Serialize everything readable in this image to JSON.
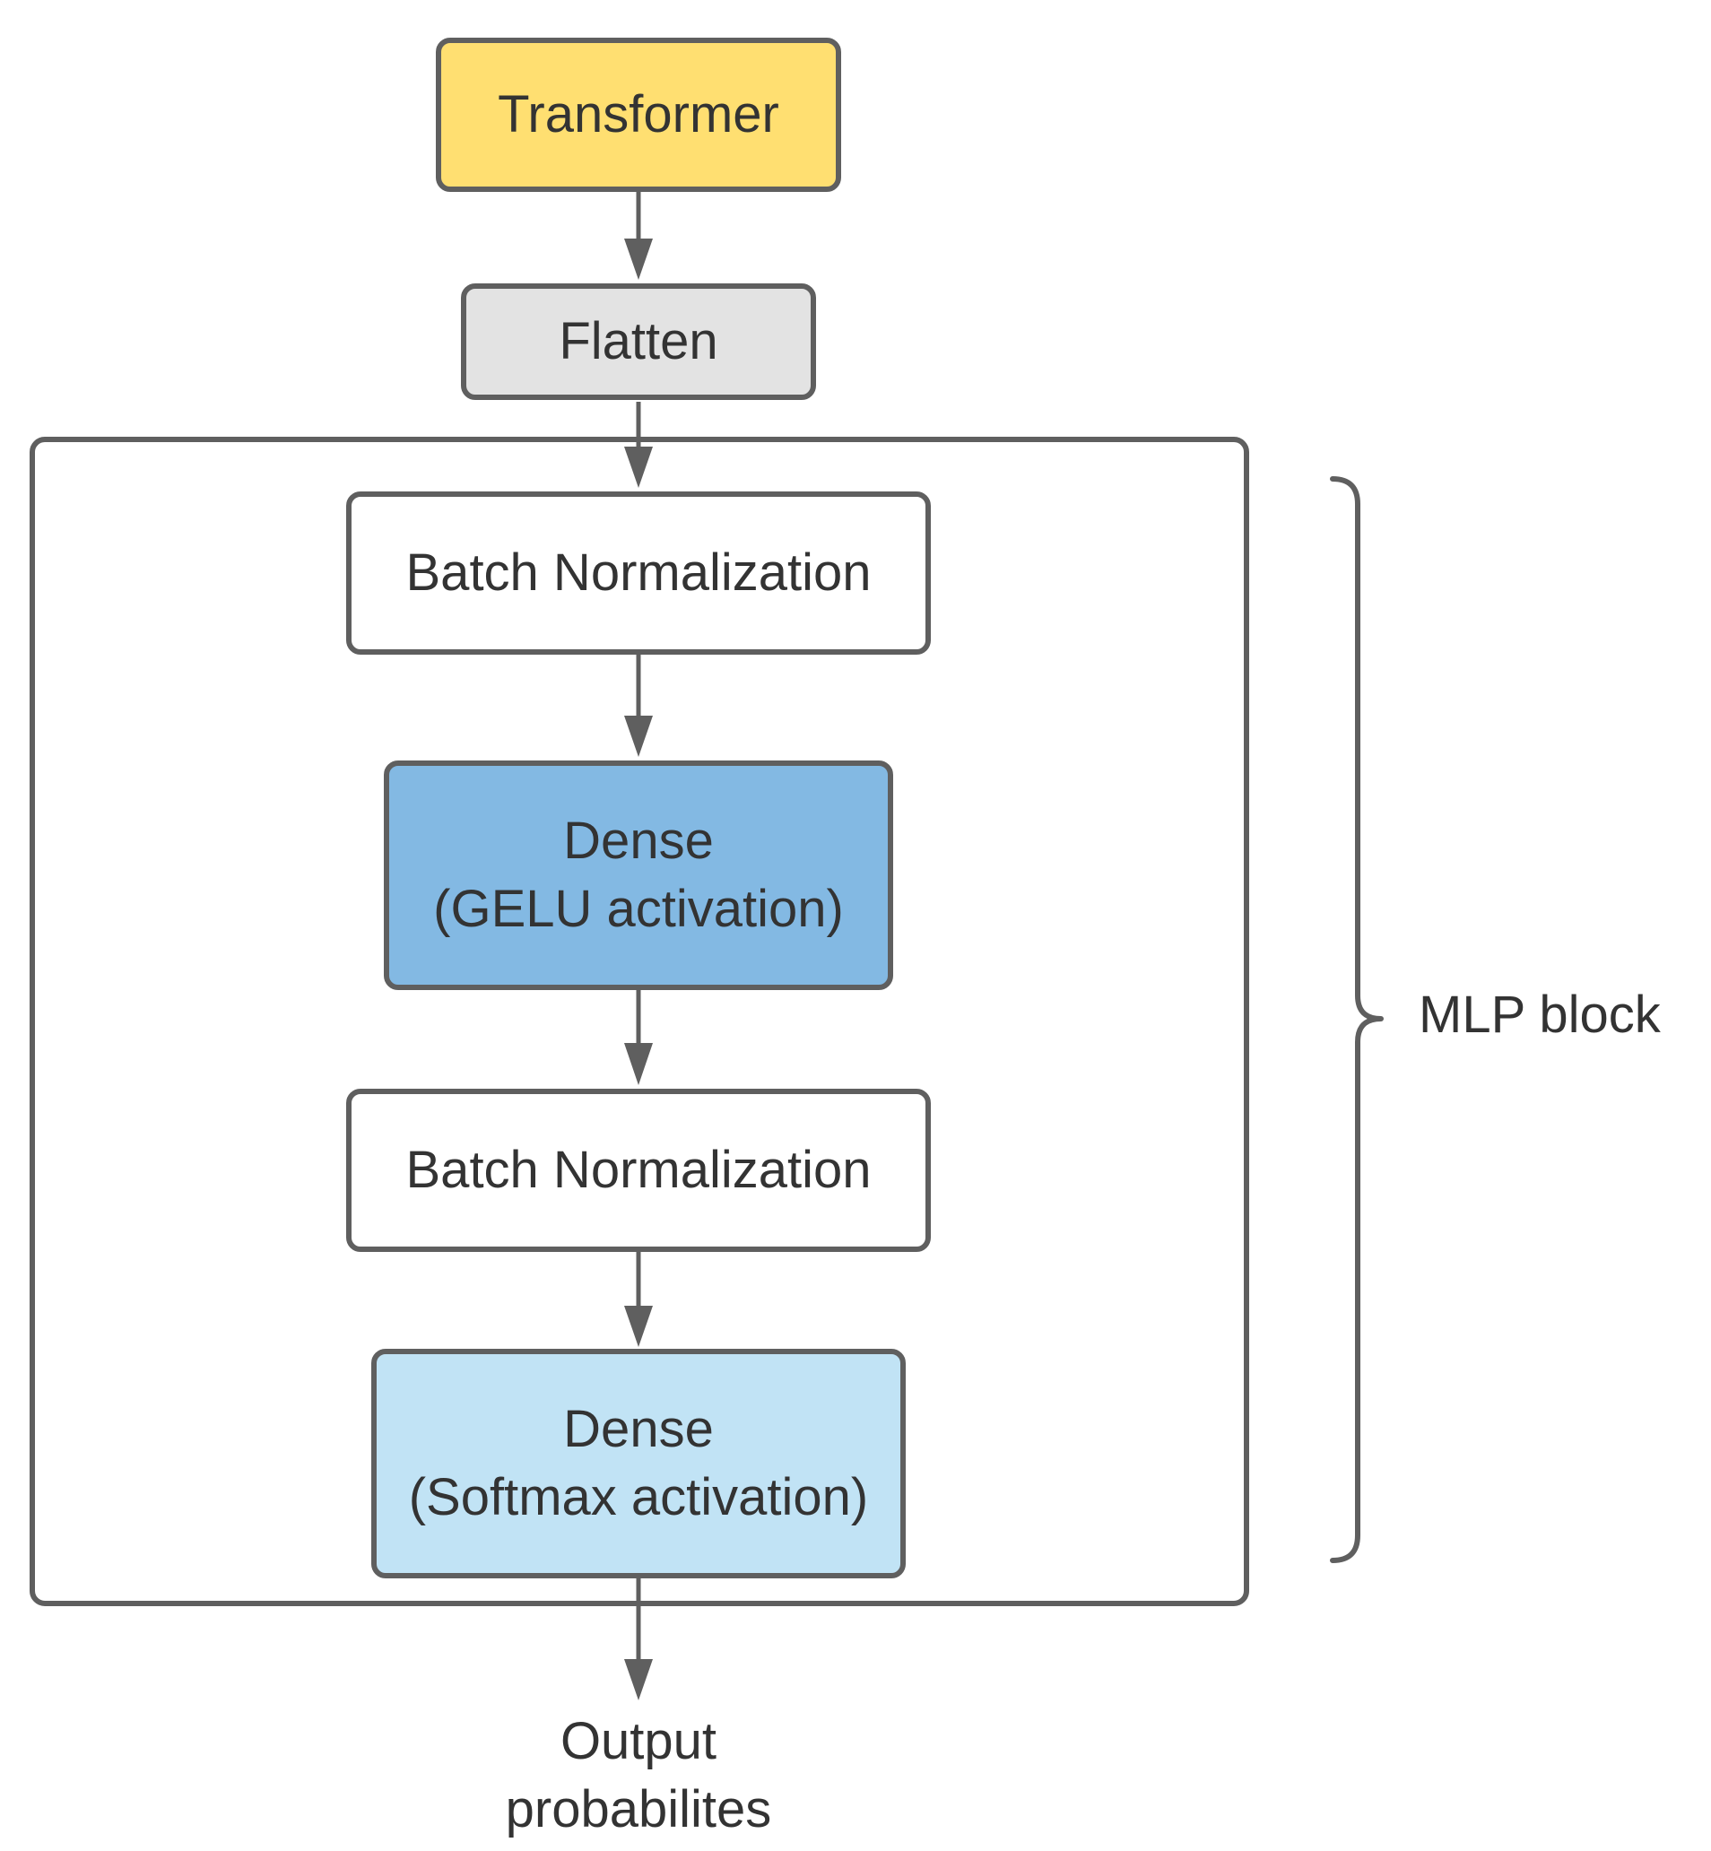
{
  "diagram": {
    "nodes": {
      "transformer": {
        "label": "Transformer"
      },
      "flatten": {
        "label": "Flatten"
      },
      "batch_norm_1": {
        "label": "Batch Normalization"
      },
      "dense_gelu": {
        "line1": "Dense",
        "line2": "(GELU activation)"
      },
      "batch_norm_2": {
        "label": "Batch Normalization"
      },
      "dense_softmax": {
        "line1": "Dense",
        "line2": "(Softmax activation)"
      }
    },
    "output": {
      "line1": "Output",
      "line2": "probabilites"
    },
    "group": {
      "label": "MLP block"
    }
  },
  "colors": {
    "transformer": "#ffdf71",
    "flatten": "#e3e3e3",
    "batch_norm": "#ffffff",
    "dense_gelu": "#83b9e3",
    "dense_softmax": "#c1e3f5",
    "stroke": "#5f5f5f",
    "text": "#333333"
  }
}
